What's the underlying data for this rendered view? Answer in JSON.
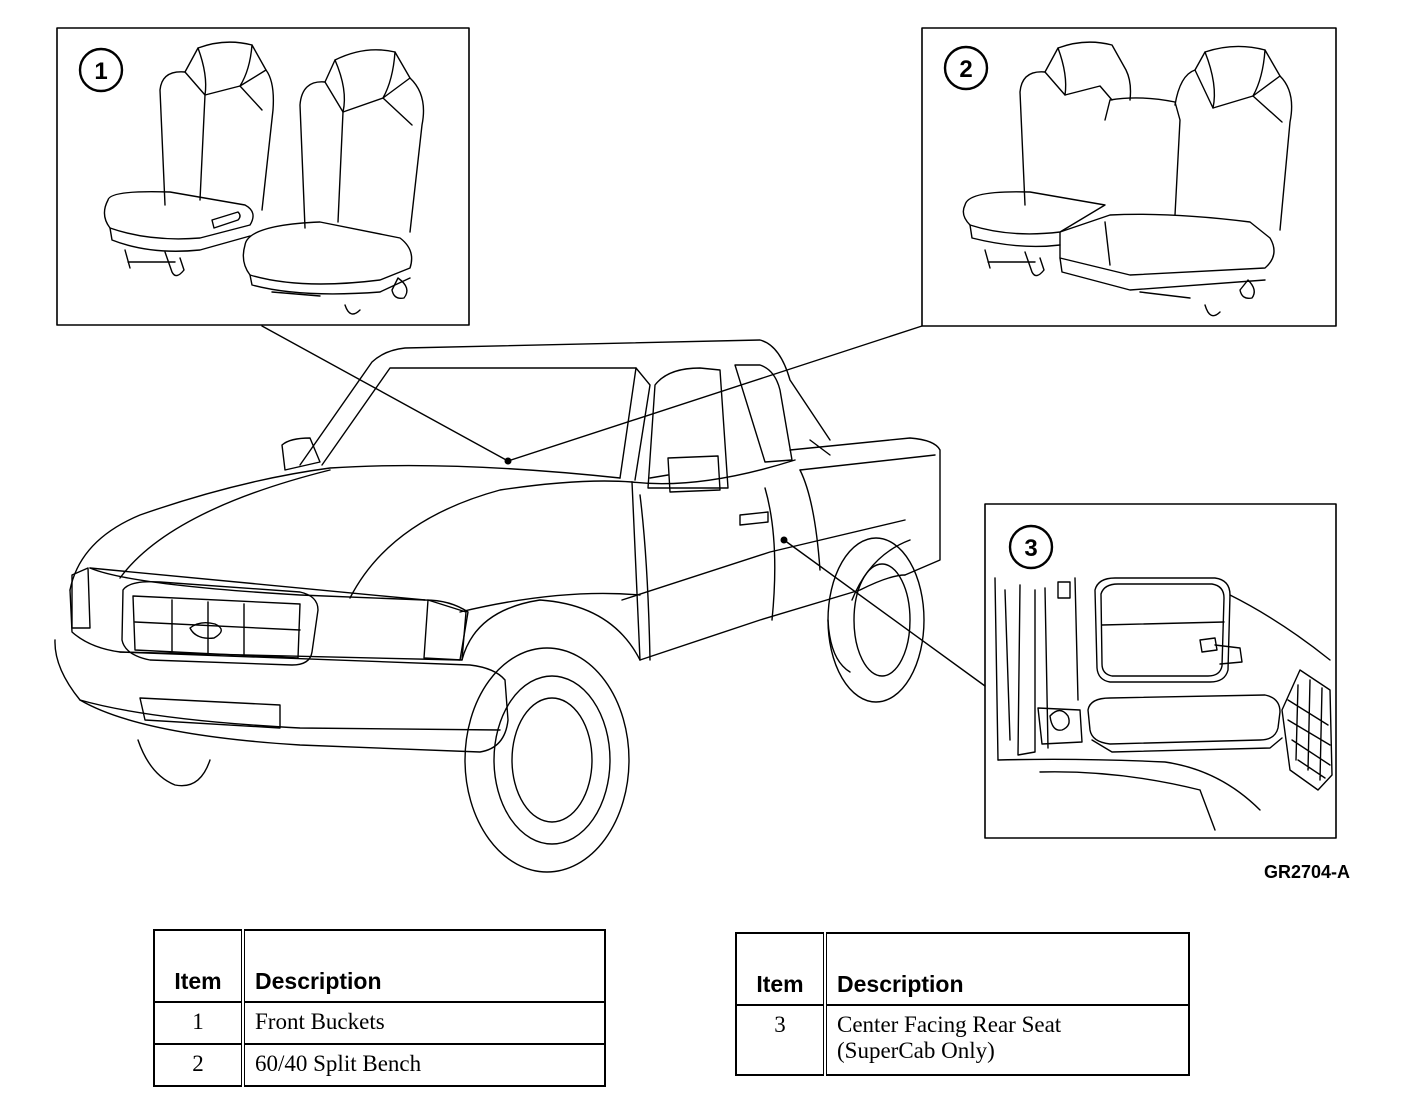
{
  "figure_id": "GR2704-A",
  "callouts": [
    "1",
    "2",
    "3"
  ],
  "legend_left": {
    "header_item": "Item",
    "header_description": "Description",
    "rows": [
      {
        "item": "1",
        "description": "Front Buckets"
      },
      {
        "item": "2",
        "description": "60/40 Split Bench"
      }
    ]
  },
  "legend_right": {
    "header_item": "Item",
    "header_description": "Description",
    "rows": [
      {
        "item": "3",
        "description_line1": "Center Facing Rear Seat",
        "description_line2": "(SuperCab Only)"
      }
    ]
  },
  "colors": {
    "line": "#000000",
    "background": "#ffffff"
  }
}
